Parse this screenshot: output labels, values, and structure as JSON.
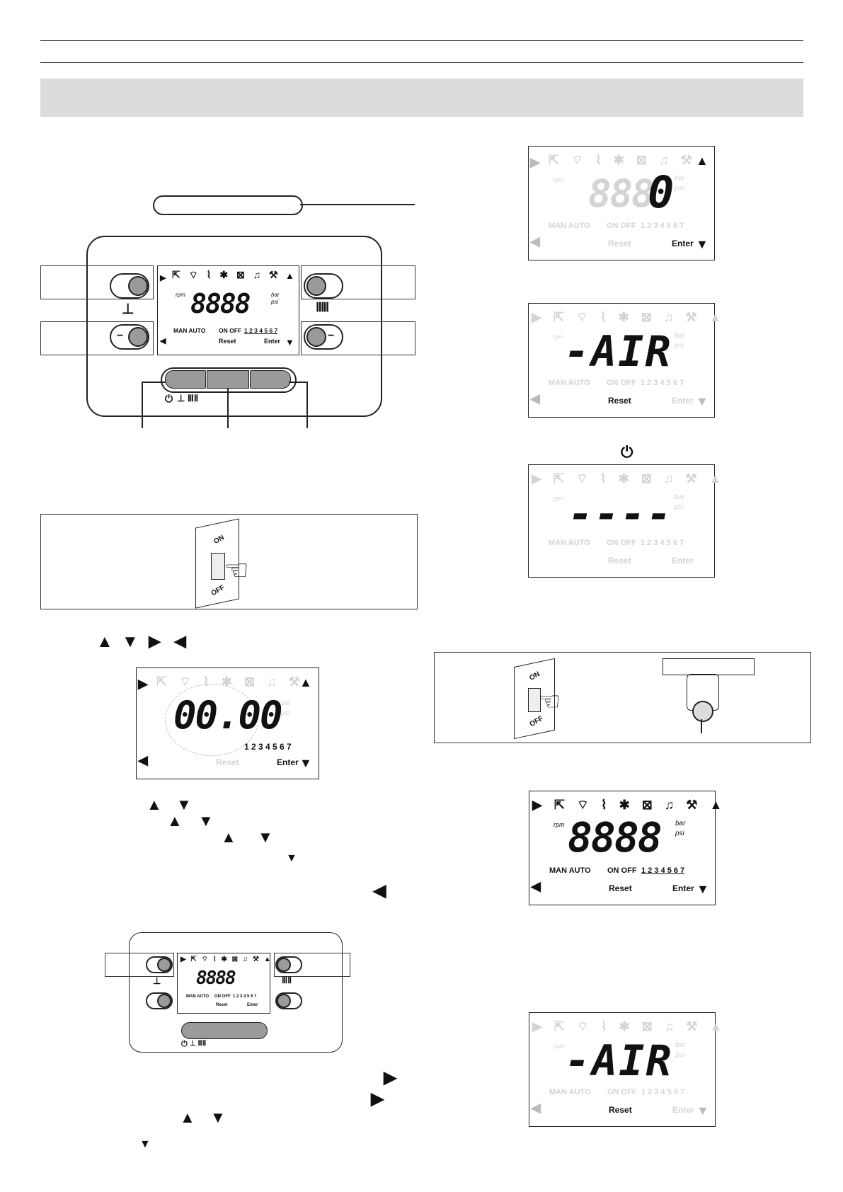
{
  "symbols": {
    "power": "⏻",
    "arrow_up": "▲",
    "arrow_down": "▼",
    "arrow_right": "▶",
    "arrow_left": "◀"
  },
  "lcd_labels": {
    "rpm": "rpm",
    "bar": "bar",
    "psi": "psi",
    "man_auto": "MAN AUTO",
    "on_off": "ON OFF",
    "days": "1 2 3 4 5 6 7",
    "reset": "Reset",
    "enter": "Enter"
  },
  "displays": {
    "panel_main": "8888",
    "flashing": "00.00",
    "digit_zero": "0",
    "air_1": "-AIR",
    "dashes": "----",
    "all_on": "8888",
    "air_2": "-AIR"
  },
  "switch_labels": {
    "on": "ON",
    "off": "OFF"
  },
  "colors": {
    "header_bar": "#dcdcdc",
    "ghost_segment": "#d4d4d4",
    "active_segment": "#111111",
    "knob": "#9a9a9a"
  },
  "icons": [
    "power-icon",
    "tap-icon",
    "radiator-icon",
    "arrow-up-icon",
    "arrow-down-icon",
    "arrow-right-icon",
    "arrow-left-icon",
    "switch-hand-icon",
    "valve-icon"
  ]
}
